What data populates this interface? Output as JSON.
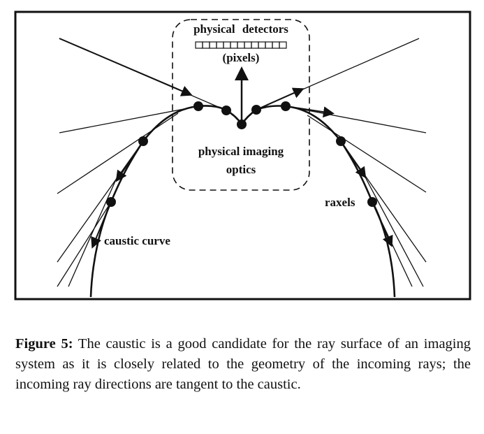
{
  "figure": {
    "labels": {
      "detectors": "physical detectors",
      "pixels": "(pixels)",
      "optics_line1": "physical imaging",
      "optics_line2": "optics",
      "caustic": "caustic curve",
      "raxels": "raxels"
    }
  },
  "caption": {
    "label": "Figure 5:",
    "text": "The caustic is a good candidate for the ray surface of an imaging system as it is closely related to the geometry of the incoming rays; the incoming ray directions are tangent to the caustic."
  }
}
